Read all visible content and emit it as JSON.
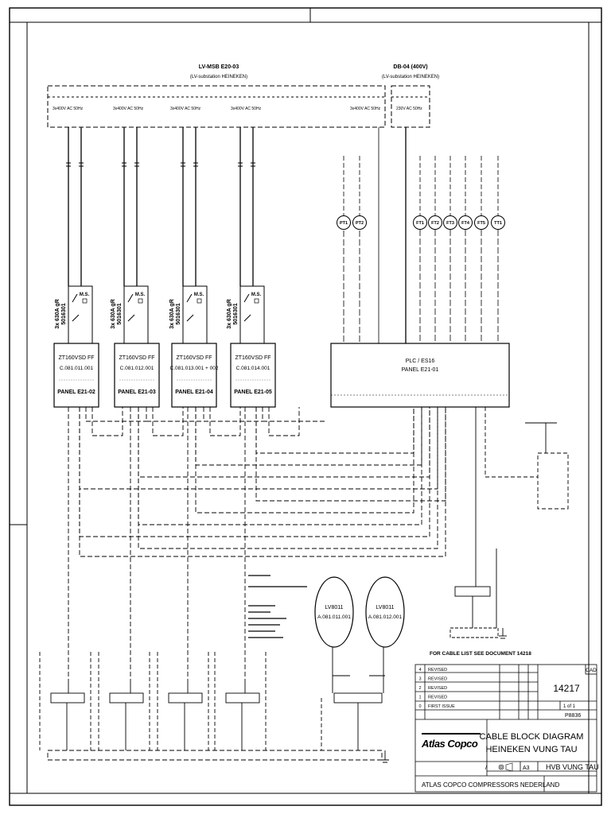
{
  "supply": {
    "msb_title": "LV-MSB E20-03",
    "msb_subtitle": "(LV-substation HEINEKEN)",
    "db_title": "DB-04 (400V)",
    "db_subtitle": "(LV-substation HEINEKEN)",
    "feeder_labels": [
      "3x400V AC 50Hz",
      "3x400V AC 50Hz",
      "3x400V AC 50Hz",
      "3x400V AC 50Hz",
      "3x400V AC 50Hz"
    ],
    "db_feeder_label": "230V AC 50Hz"
  },
  "fuses": [
    {
      "rating": "3x 630A gR",
      "part": "5016301"
    },
    {
      "rating": "3x 630A gR",
      "part": "5016301"
    },
    {
      "rating": "3x 630A gR",
      "part": "5016301"
    },
    {
      "rating": "3x 630A gR",
      "part": "5016301"
    }
  ],
  "ms_label": "M.S.",
  "panels": [
    {
      "model": "ZT160VSD FF",
      "code": "C.081.011.001",
      "name": "PANEL E21-02"
    },
    {
      "model": "ZT160VSD FF",
      "code": "C.081.012.001",
      "name": "PANEL E21-03"
    },
    {
      "model": "ZT160VSD FF",
      "code": "C.081.013.001 + 002",
      "name": "PANEL E21-04"
    },
    {
      "model": "ZT160VSD FF",
      "code": "C.081.014.001",
      "name": "PANEL E21-05"
    }
  ],
  "plc": {
    "title": "PLC / ES16",
    "subtitle": "PANEL E21-01"
  },
  "instruments": [
    "PT1",
    "PT2",
    "FT1",
    "FT2",
    "FT3",
    "FT4",
    "FT5",
    "TT1"
  ],
  "dryers": [
    {
      "name": "LV8011",
      "code": "A.081.011.001"
    },
    {
      "name": "LV8011",
      "code": "A.081.012.001"
    }
  ],
  "cable_list_note": "FOR CABLE LIST SEE DOCUMENT 14218",
  "title_block": {
    "revisions": [
      {
        "no": "4",
        "desc": "REVISED"
      },
      {
        "no": "3",
        "desc": "REVISED"
      },
      {
        "no": "2",
        "desc": "REVISED"
      },
      {
        "no": "1",
        "desc": "REVISED"
      },
      {
        "no": "0",
        "desc": "FIRST ISSUE"
      }
    ],
    "cad": "CAD",
    "drawing_no": "14217",
    "sheet": "1  of  1",
    "project_no": "P8836",
    "logo": "Atlas Copco",
    "title_line1": "CABLE BLOCK DIAGRAM",
    "title_line2": "HEINEKEN VUNG TAU",
    "scale": "/",
    "size": "A3",
    "project_name": "HVB VUNG TAU",
    "company": "ATLAS COPCO COMPRESSORS NEDERLAND"
  }
}
